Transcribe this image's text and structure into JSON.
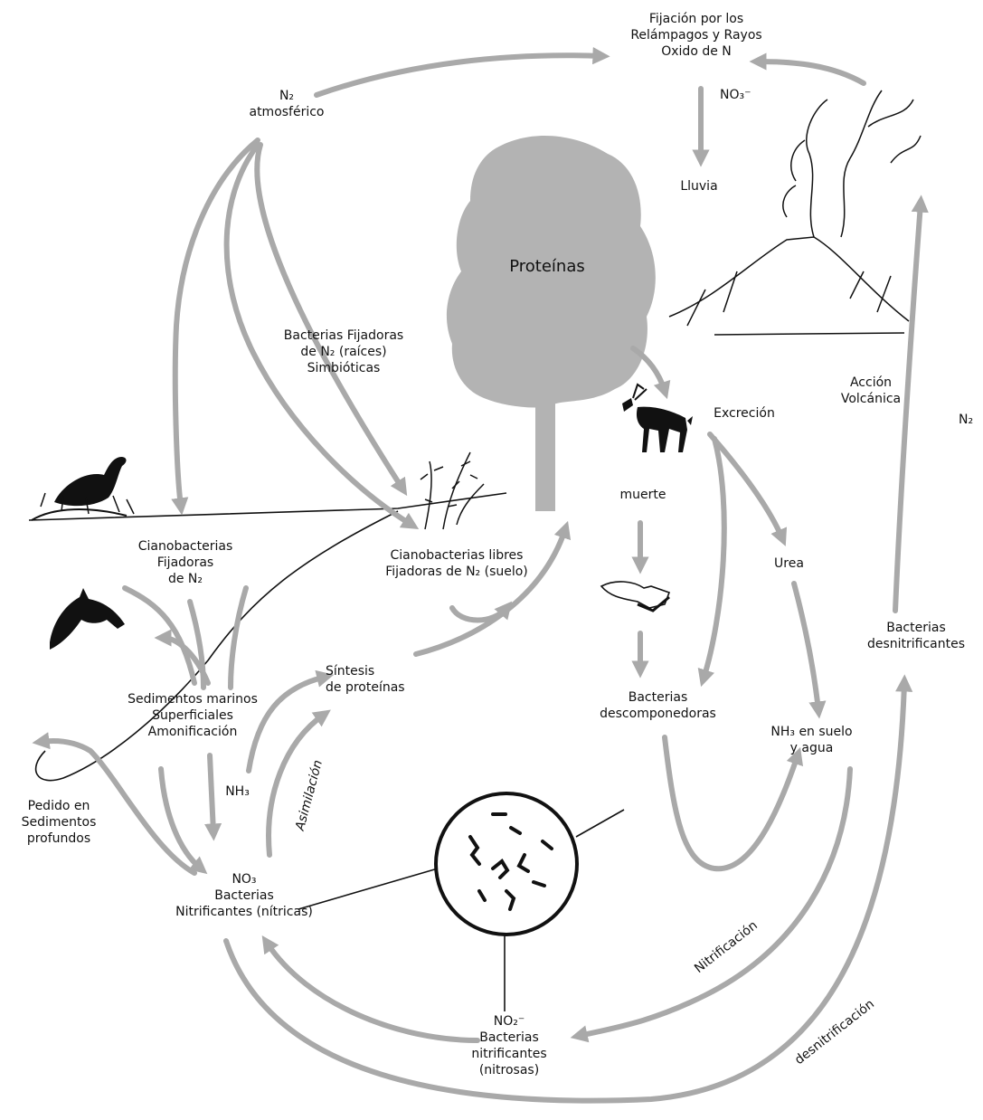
{
  "colors": {
    "arrow": "#a9a9a9",
    "tree": "#b3b3b3",
    "ink": "#111111",
    "background": "#ffffff"
  },
  "labels": {
    "lightning": [
      "Fijación por los",
      "Relámpagos y Rayos",
      "Oxido de N"
    ],
    "n2_atm": [
      "N₂",
      "atmosférico"
    ],
    "no3_rain": "NO₃⁻",
    "rain": "Lluvia",
    "proteins": "Proteínas",
    "symbiotic": [
      "Bacterias Fijadoras",
      "de N₂ (raíces)",
      "Simbióticas"
    ],
    "volcanic": [
      "Acción",
      "Volcánica"
    ],
    "excretion": "Excreción",
    "n2_right": "N₂",
    "death": "muerte",
    "cyano_water": [
      "Cianobacterias",
      "Fijadoras",
      "de N₂"
    ],
    "cyano_free": [
      "Cianobacterias libres",
      "Fijadoras de N₂ (suelo)"
    ],
    "urea": "Urea",
    "denitrifiers": [
      "Bacterias",
      "desnitrificantes"
    ],
    "protein_synthesis": [
      "Síntesis",
      "de proteínas"
    ],
    "sediments": [
      "Sedimentos marinos",
      "Superficiales",
      "Amonificación"
    ],
    "decomposers": [
      "Bacterias",
      "descomponedoras"
    ],
    "nh3_soil": [
      "NH₃ en suelo",
      "y agua"
    ],
    "nh3": "NH₃",
    "deep_sediments": [
      "Pedido en",
      "Sedimentos",
      "profundos"
    ],
    "assimilation": "Asimilación",
    "nitrate_bacteria": [
      "NO₃",
      "Bacterias",
      "Nitrificantes (nítricas)"
    ],
    "nitrification": "Nitrificación",
    "nitrite_bacteria": [
      "NO₂⁻",
      "Bacterias",
      "nitrificantes",
      "(nitrosas)"
    ],
    "denitrification": "desnitrificación"
  },
  "icons": [
    "tree-icon",
    "volcano-icon",
    "deer-icon",
    "bird-icon",
    "dolphin-icon",
    "plant-icon",
    "carcass-icon",
    "microscope-icon"
  ]
}
